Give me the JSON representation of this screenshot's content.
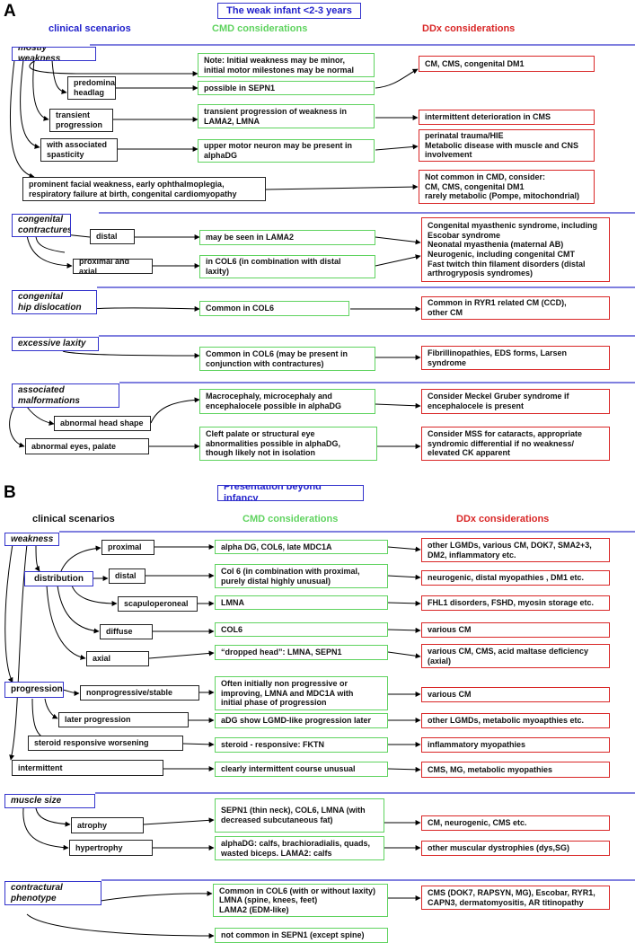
{
  "panel_a": {
    "letter": "A",
    "title": "The weak infant <2-3 years",
    "headers": {
      "clinical": "clinical scenarios",
      "cmd": "CMD considerations",
      "ddx": "DDx considerations"
    },
    "groups": {
      "weakness": {
        "category": "mostly weakness",
        "note": "Note: Initial weakness may be minor,\ninitial motor milestones may be normal",
        "ddx_note": "CM, CMS, congenital DM1",
        "rows": [
          {
            "scenario": "predominantly\nheadlag",
            "cmd": "possible in SEPN1"
          },
          {
            "scenario": "transient\nprogression",
            "cmd": "transient progression of weakness in\nLAMA2, LMNA",
            "ddx": "intermittent deterioration in CMS"
          },
          {
            "scenario": "with associated\nspasticity",
            "cmd": "upper motor neuron may be present in\nalphaDG",
            "ddx": "perinatal trauma/HIE\nMetabolic disease with muscle and CNS\ninvolvement"
          },
          {
            "scenario": "prominent facial weakness, early ophthalmoplegia,\nrespiratory failure at birth, congenital cardiomyopathy",
            "ddx": "Not common in CMD, consider:\nCM, CMS, congenital DM1\nrarely metabolic (Pompe, mitochondrial)"
          }
        ]
      },
      "contractures": {
        "category": "congenital\ncontractures",
        "rows": [
          {
            "scenario": "distal",
            "cmd": "may be seen in LAMA2"
          },
          {
            "scenario": "proximal and axial",
            "cmd": "in COL6 (in combination with distal\nlaxity)"
          }
        ],
        "ddx": "Congenital myasthenic syndrome, including\nEscobar syndrome\nNeonatal myasthenia  (maternal AB)\nNeurogenic, including congenital CMT\nFast twitch thin filament disorders (distal\narthrogryposis syndromes)"
      },
      "hip": {
        "category": "congenital\nhip dislocation",
        "cmd": "Common in COL6",
        "ddx": "Common in RYR1 related CM (CCD),\nother CM"
      },
      "laxity": {
        "category": "excessive laxity",
        "cmd": "Common in COL6 (may be present in\nconjunction with contractures)",
        "ddx": "Fibrillinopathies, EDS forms, Larsen\nsyndrome"
      },
      "malformations": {
        "category": "associated\nmalformations",
        "rows": [
          {
            "scenario": "abnormal head shape",
            "cmd": "Macrocephaly, microcephaly and\nencephalocele possible in alphaDG",
            "ddx": "Consider Meckel Gruber syndrome if\nencephalocele is present"
          },
          {
            "scenario": "abnormal eyes, palate",
            "cmd": "Cleft palate or structural eye\nabnormalities possible in alphaDG,\nthough likely not in isolation",
            "ddx": "Consider MSS for cataracts, appropriate\nsyndromic differential if no weakness/\nelevated CK apparent"
          }
        ]
      }
    }
  },
  "panel_b": {
    "letter": "B",
    "title": "Presentation beyond infancy",
    "headers": {
      "clinical": "clinical scenarios",
      "cmd": "CMD considerations",
      "ddx": "DDx considerations"
    },
    "groups": {
      "weakness": {
        "category": "weakness",
        "distribution": "distribution"
      },
      "distribution_rows": [
        {
          "scenario": "proximal",
          "cmd": "alpha DG, COL6, late MDC1A",
          "ddx": "other LGMDs, various CM, DOK7, SMA2+3,\nDM2, inflammatory etc."
        },
        {
          "scenario": "distal",
          "cmd": "Col 6 (in combination with proximal,\npurely distal highly unusual)",
          "ddx": "neurogenic, distal myopathies , DM1 etc."
        },
        {
          "scenario": "scapuloperoneal",
          "cmd": "LMNA",
          "ddx": "FHL1 disorders, FSHD, myosin storage etc."
        },
        {
          "scenario": "diffuse",
          "cmd": "COL6",
          "ddx": "various CM"
        },
        {
          "scenario": "axial",
          "cmd": "“dropped head”: LMNA, SEPN1",
          "ddx": "various CM, CMS, acid maltase deficiency\n(axial)"
        }
      ],
      "progression": {
        "category": "progression"
      },
      "progression_rows": [
        {
          "scenario": "nonprogressive/stable",
          "cmd": "Often initially non progressive or\nimproving, LMNA and MDC1A with\ninitial phase of progression",
          "ddx": "various CM"
        },
        {
          "scenario": "later progression",
          "cmd": "aDG show LGMD-like progression later",
          "ddx": "other LGMDs, metabolic myoapthies  etc."
        },
        {
          "scenario": "steroid responsive worsening",
          "cmd": "steroid - responsive: FKTN",
          "ddx": "inflammatory myopathies"
        },
        {
          "scenario": "intermittent",
          "cmd": "clearly intermittent course unusual",
          "ddx": "CMS, MG, metabolic myopathies"
        }
      ],
      "muscle_size": {
        "category": "muscle size",
        "rows": [
          {
            "scenario": "atrophy",
            "cmd": "SEPN1 (thin neck), COL6, LMNA (with\ndecreased subcutaneous fat)",
            "ddx": "CM, neurogenic, CMS etc."
          },
          {
            "scenario": "hypertrophy",
            "cmd": "alphaDG: calfs, brachioradialis, quads,\nwasted biceps. LAMA2: calfs",
            "ddx": "other muscular dystrophies (dys,SG)"
          }
        ]
      },
      "contractural": {
        "category": "contractural\nphenotype",
        "cmd": "Common in COL6 (with or without laxity)\nLMNA (spine, knees, feet)\nLAMA2 (EDM-like)",
        "ddx": "CMS (DOK7, RAPSYN, MG), Escobar, RYR1,\nCAPN3, dermatomyositis, AR titinopathy",
        "cmd2": "not common in SEPN1 (except spine)"
      }
    }
  }
}
